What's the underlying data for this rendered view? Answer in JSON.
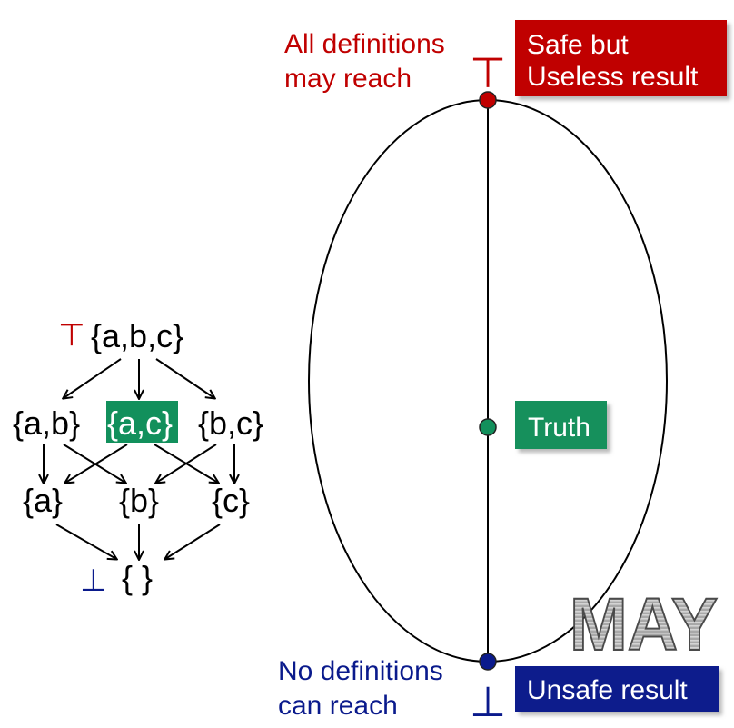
{
  "lattice": {
    "top_symbol": "⊤",
    "bottom_symbol": "⊥",
    "top": "{a,b,c}",
    "row2": [
      "{a,b}",
      "{a,c}",
      "{b,c}"
    ],
    "row3": [
      "{a}",
      "{b}",
      "{c}"
    ],
    "bottom": "{ }",
    "highlight_index": 1
  },
  "ellipse": {
    "top_symbol": "⊤",
    "bottom_symbol": "⊥",
    "top_label": [
      "All definitions",
      "may reach"
    ],
    "bottom_label": [
      "No definitions",
      "can reach"
    ],
    "top_box": [
      "Safe but",
      "Useless result"
    ],
    "middle_box": "Truth",
    "bottom_box": "Unsafe result"
  },
  "watermark": "MAY",
  "colors": {
    "red": "#c00000",
    "green": "#12905c",
    "blue": "#0a1a8c",
    "ink": "#000000"
  }
}
